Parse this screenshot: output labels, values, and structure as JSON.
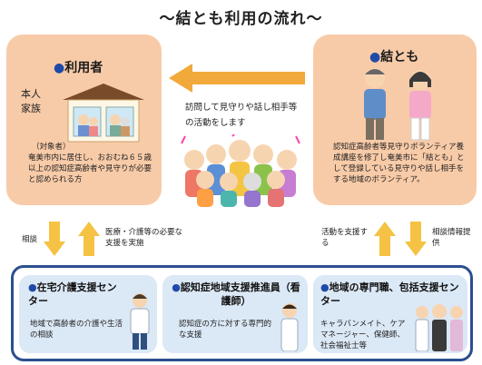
{
  "title": "～結とも利用の流れ～",
  "user_box": {
    "title": "利用者",
    "person": "本人",
    "family": "家族",
    "target_heading": "（対象者）",
    "target_text": "奄美市内に居住し、おおむね６５歳以上の認知症高齢者や見守りが必要と認められる方"
  },
  "yuitomo_box": {
    "title": "結とも",
    "text": "認知症高齢者等見守りボランティア養成講座を修了し奄美市に「結とも」として登録している見守りや話し相手をする地域のボランティア。"
  },
  "center_text": "訪問して見守りや話し相手等の活動をします",
  "left_arrows": {
    "down_label": "相談",
    "up_label": "医療・介護等の必要な支援を実施"
  },
  "right_arrows": {
    "up_label": "活動を支援する",
    "down_label": "相談情報提供"
  },
  "bottom_boxes": [
    {
      "title": "在宅介護支援センター",
      "text": "地域で高齢者の介護や生活の相談"
    },
    {
      "title": "認知症地域支援推進員（看護師）",
      "text": "認知症の方に対する専門的な支援"
    },
    {
      "title": "地域の専門職、包括支援センター",
      "text": "キャラバンメイト、ケアマネージャー、保健師、社会福祉士等"
    }
  ],
  "colors": {
    "peach": "#f8cba8",
    "arrow_orange": "#f2a93b",
    "arrow_yellow": "#f5c243",
    "navy": "#2b4f8f",
    "light_blue": "#dbe8f6"
  }
}
